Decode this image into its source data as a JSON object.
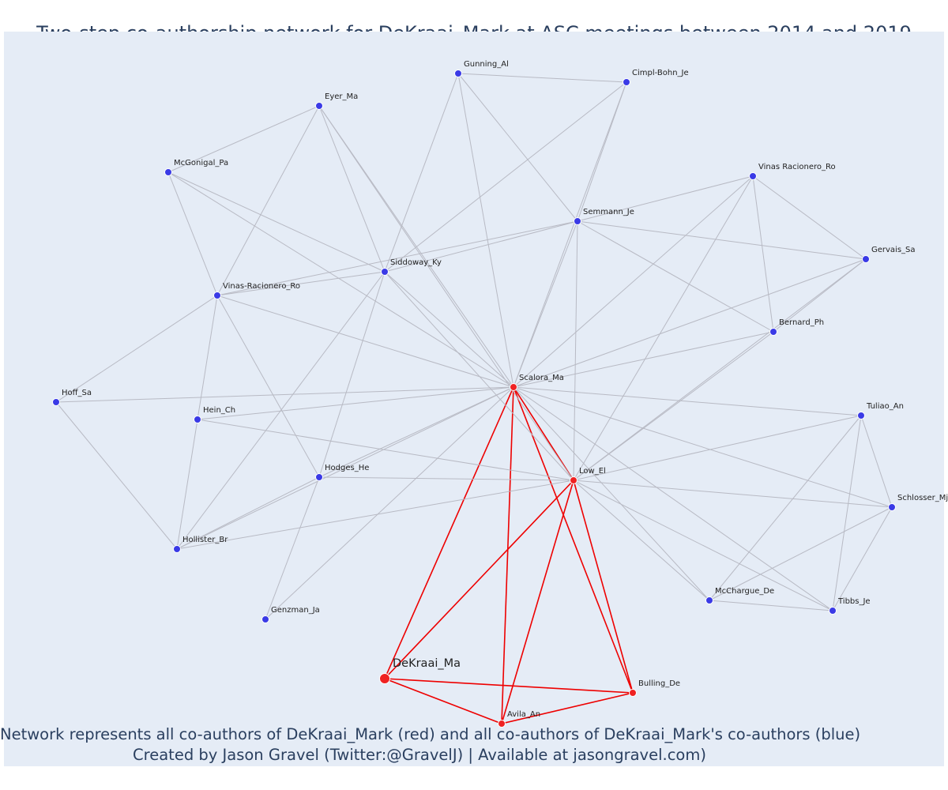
{
  "title": "Two-step co-authorship network for DeKraai_Mark at ASC meetings between 2014 and 2019",
  "footer_line1": "Network represents all co-authors of DeKraai_Mark (red) and all co-authors of DeKraai_Mark's co-authors (blue)",
  "footer_line2": "Created by Jason Gravel (Twitter:@GravelJ) | Available at jasongravel.com)",
  "colors": {
    "background": "#e5ecf6",
    "first_degree": "#ef2222",
    "second_degree": "#3a3ae6",
    "edge_first": "#ee0000",
    "edge_second": "#b8bac4",
    "text": "#2a3f5f"
  },
  "nodes": [
    {
      "id": "DeKraai_Ma",
      "group": "ego"
    },
    {
      "id": "Scalora_Ma",
      "group": "coauthor"
    },
    {
      "id": "Low_El",
      "group": "coauthor"
    },
    {
      "id": "Avila_An",
      "group": "coauthor"
    },
    {
      "id": "Bulling_De",
      "group": "coauthor"
    },
    {
      "id": "Gunning_Al",
      "group": "second"
    },
    {
      "id": "Cimpl-Bohn_Je",
      "group": "second"
    },
    {
      "id": "Eyer_Ma",
      "group": "second"
    },
    {
      "id": "McGonigal_Pa",
      "group": "second"
    },
    {
      "id": "Vinas Racionero_Ro",
      "group": "second"
    },
    {
      "id": "Semmann_Je",
      "group": "second"
    },
    {
      "id": "Gervais_Sa",
      "group": "second"
    },
    {
      "id": "Siddoway_Ky",
      "group": "second"
    },
    {
      "id": "Vinas-Racionero_Ro",
      "group": "second"
    },
    {
      "id": "Bernard_Ph",
      "group": "second"
    },
    {
      "id": "Hoff_Sa",
      "group": "second"
    },
    {
      "id": "Hein_Ch",
      "group": "second"
    },
    {
      "id": "Tuliao_An",
      "group": "second"
    },
    {
      "id": "Hodges_He",
      "group": "second"
    },
    {
      "id": "Schlosser_Mj",
      "group": "second"
    },
    {
      "id": "Hollister_Br",
      "group": "second"
    },
    {
      "id": "McChargue_De",
      "group": "second"
    },
    {
      "id": "Tibbs_Je",
      "group": "second"
    },
    {
      "id": "Genzman_Ja",
      "group": "second"
    }
  ],
  "edges": [
    [
      "DeKraai_Ma",
      "Scalora_Ma"
    ],
    [
      "DeKraai_Ma",
      "Low_El"
    ],
    [
      "DeKraai_Ma",
      "Avila_An"
    ],
    [
      "DeKraai_Ma",
      "Bulling_De"
    ],
    [
      "Scalora_Ma",
      "Low_El"
    ],
    [
      "Scalora_Ma",
      "Avila_An"
    ],
    [
      "Scalora_Ma",
      "Bulling_De"
    ],
    [
      "Low_El",
      "Avila_An"
    ],
    [
      "Low_El",
      "Bulling_De"
    ],
    [
      "Avila_An",
      "Bulling_De"
    ],
    [
      "Gunning_Al",
      "Cimpl-Bohn_Je"
    ],
    [
      "Gunning_Al",
      "Semmann_Je"
    ],
    [
      "Gunning_Al",
      "Siddoway_Ky"
    ],
    [
      "Gunning_Al",
      "Scalora_Ma"
    ],
    [
      "Cimpl-Bohn_Je",
      "Semmann_Je"
    ],
    [
      "Cimpl-Bohn_Je",
      "Siddoway_Ky"
    ],
    [
      "Cimpl-Bohn_Je",
      "Scalora_Ma"
    ],
    [
      "Eyer_Ma",
      "McGonigal_Pa"
    ],
    [
      "Eyer_Ma",
      "Vinas-Racionero_Ro"
    ],
    [
      "Eyer_Ma",
      "Siddoway_Ky"
    ],
    [
      "Eyer_Ma",
      "Scalora_Ma"
    ],
    [
      "Eyer_Ma",
      "Low_El"
    ],
    [
      "McGonigal_Pa",
      "Vinas-Racionero_Ro"
    ],
    [
      "McGonigal_Pa",
      "Siddoway_Ky"
    ],
    [
      "McGonigal_Pa",
      "Scalora_Ma"
    ],
    [
      "Vinas Racionero_Ro",
      "Semmann_Je"
    ],
    [
      "Vinas Racionero_Ro",
      "Gervais_Sa"
    ],
    [
      "Vinas Racionero_Ro",
      "Bernard_Ph"
    ],
    [
      "Vinas Racionero_Ro",
      "Scalora_Ma"
    ],
    [
      "Vinas Racionero_Ro",
      "Low_El"
    ],
    [
      "Semmann_Je",
      "Siddoway_Ky"
    ],
    [
      "Semmann_Je",
      "Vinas-Racionero_Ro"
    ],
    [
      "Semmann_Je",
      "Gervais_Sa"
    ],
    [
      "Semmann_Je",
      "Bernard_Ph"
    ],
    [
      "Semmann_Je",
      "Scalora_Ma"
    ],
    [
      "Semmann_Je",
      "Low_El"
    ],
    [
      "Gervais_Sa",
      "Bernard_Ph"
    ],
    [
      "Gervais_Sa",
      "Scalora_Ma"
    ],
    [
      "Gervais_Sa",
      "Low_El"
    ],
    [
      "Siddoway_Ky",
      "Vinas-Racionero_Ro"
    ],
    [
      "Siddoway_Ky",
      "Scalora_Ma"
    ],
    [
      "Siddoway_Ky",
      "Hodges_He"
    ],
    [
      "Siddoway_Ky",
      "Hollister_Br"
    ],
    [
      "Siddoway_Ky",
      "Low_El"
    ],
    [
      "Vinas-Racionero_Ro",
      "Hoff_Sa"
    ],
    [
      "Vinas-Racionero_Ro",
      "Hein_Ch"
    ],
    [
      "Vinas-Racionero_Ro",
      "Hodges_He"
    ],
    [
      "Vinas-Racionero_Ro",
      "Scalora_Ma"
    ],
    [
      "Bernard_Ph",
      "Scalora_Ma"
    ],
    [
      "Bernard_Ph",
      "Low_El"
    ],
    [
      "Hoff_Sa",
      "Scalora_Ma"
    ],
    [
      "Hoff_Sa",
      "Hollister_Br"
    ],
    [
      "Hein_Ch",
      "Scalora_Ma"
    ],
    [
      "Hein_Ch",
      "Hollister_Br"
    ],
    [
      "Hein_Ch",
      "Low_El"
    ],
    [
      "Tuliao_An",
      "Scalora_Ma"
    ],
    [
      "Tuliao_An",
      "Low_El"
    ],
    [
      "Tuliao_An",
      "Schlosser_Mj"
    ],
    [
      "Tuliao_An",
      "McChargue_De"
    ],
    [
      "Tuliao_An",
      "Tibbs_Je"
    ],
    [
      "Hodges_He",
      "Scalora_Ma"
    ],
    [
      "Hodges_He",
      "Low_El"
    ],
    [
      "Hodges_He",
      "Hollister_Br"
    ],
    [
      "Hodges_He",
      "Genzman_Ja"
    ],
    [
      "Schlosser_Mj",
      "Scalora_Ma"
    ],
    [
      "Schlosser_Mj",
      "Low_El"
    ],
    [
      "Schlosser_Mj",
      "McChargue_De"
    ],
    [
      "Schlosser_Mj",
      "Tibbs_Je"
    ],
    [
      "Hollister_Br",
      "Scalora_Ma"
    ],
    [
      "Hollister_Br",
      "Low_El"
    ],
    [
      "McChargue_De",
      "Scalora_Ma"
    ],
    [
      "McChargue_De",
      "Low_El"
    ],
    [
      "McChargue_De",
      "Tibbs_Je"
    ],
    [
      "Tibbs_Je",
      "Scalora_Ma"
    ],
    [
      "Tibbs_Je",
      "Low_El"
    ],
    [
      "Genzman_Ja",
      "Scalora_Ma"
    ]
  ]
}
